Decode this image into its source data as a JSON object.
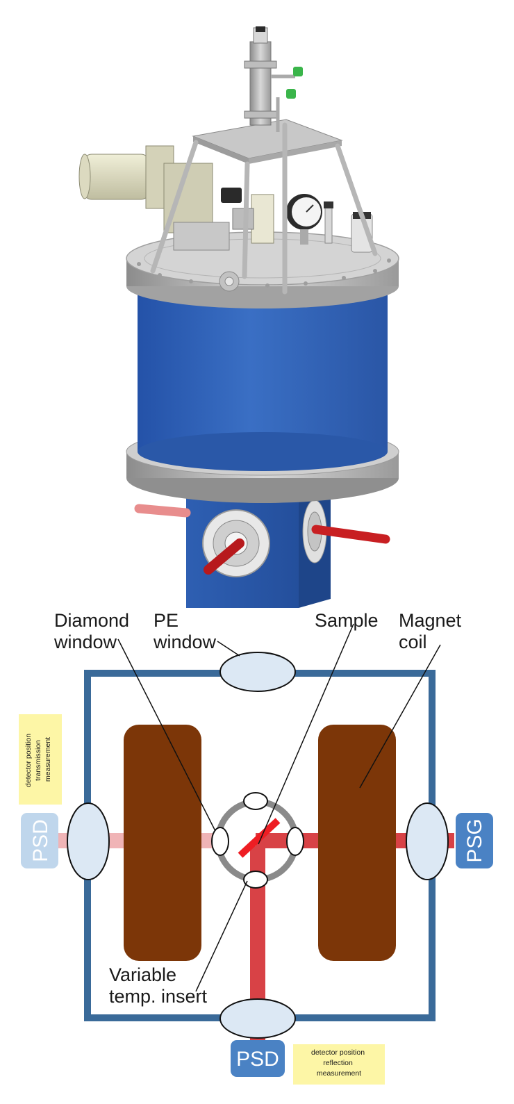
{
  "labels": {
    "diamond_window": [
      "Diamond",
      "window"
    ],
    "pe_window": [
      "PE",
      "window"
    ],
    "sample": "Sample",
    "magnet_coil": [
      "Magnet",
      "coil"
    ],
    "variable_temp_insert": [
      "Variable",
      "temp. insert"
    ]
  },
  "detectors": {
    "psd_left": "PSD",
    "psg_right": "PSG",
    "psd_bottom": "PSD"
  },
  "notes": {
    "transmission": [
      "detector position",
      "transmission",
      "measurement"
    ],
    "reflection": [
      "detector position",
      "reflection",
      "measurement"
    ]
  },
  "colors": {
    "cryostat_blue": "#2e62b8",
    "frame_blue": "#3a6a99",
    "magnet_brown": "#7c3608",
    "beam_red": "#d84246",
    "beam_pale": "#f0b4b6",
    "window_fill": "#dce8f4",
    "psd_blue": "#4a82c4",
    "psd_pale": "#bfd6ec",
    "note_bg": "#fdf6a6",
    "sample_red": "#ee1d23"
  }
}
